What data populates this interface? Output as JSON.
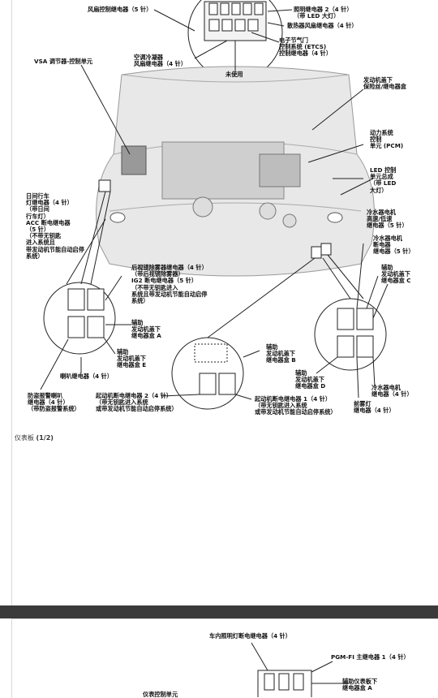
{
  "page1": {
    "labels": {
      "fan_relay": "风扇控制继电器（5 针）",
      "light_relay2": "照明继电器 2（4 针）\n（带 LED 大灯）",
      "radiator_fan": "散热器风扇继电器（4 针）",
      "etcs": "电子节气门\n控制系统 (ETCS)\n控制继电器（4 针）",
      "ac_fan": "空调冷凝器\n风扇继电器（4 针）",
      "unused": "未使用",
      "vsa": "VSA 调节器-控制单元",
      "underhood_box": "发动机盖下\n保险丝/继电器盒",
      "pcm": "动力系统\n控制\n单元 (PCM)",
      "led_ctrl": "LED 控制\n单元总成\n（带 LED\n大灯）",
      "daytime": "日间行车\n灯继电器（4 针）\n（带日间\n行车灯）\nACC 断电继电器\n（5 针）\n（不带无钥匙\n进入系统且\n带发动机节能自动启停\n系统）",
      "mirror_relay": "后视镜除雾器继电器（4 针）\n（带后视镜除雾器）\nIG2 断电继电器（5 针）\n（不带无钥匙进入\n系统且带发动机节能自动启停\n系统）",
      "water_pump_hi": "冷水器电机\n高速/低速\n继电器（5 针）",
      "water_pump": "冷水器电机\n断电器\n继电器（5 针）",
      "aux_c": "辅助\n发动机盖下\n继电器盒 C",
      "aux_a": "辅助\n发动机盖下\n继电器盒 A",
      "aux_e": "辅助\n发动机盖下\n继电器盒 E",
      "horn": "喇叭继电器（4 针）",
      "aux_b": "辅助\n发动机盖下\n继电器盒 B",
      "aux_d": "辅助\n发动机盖下\n继电器盒 D",
      "water_pump_motor": "冷水器电机\n继电器（4 针）",
      "theft_horn": "防盗报警喇叭\n继电器（4 针）\n（带防盗报警系统）",
      "start_cut2": "起动机断电继电器 2（4 针）\n（带无钥匙进入系统\n或带发动机节能自动启停系统）",
      "start_cut1": "起动机断电继电器 1（4 针）\n（带无钥匙进入系统\n或带发动机节能自动启停系统）",
      "fog": "前雾灯\n继电器（4 针）"
    },
    "caption_text": "仪表板",
    "caption_page": "(1/2)"
  },
  "page2": {
    "labels": {
      "interior_light": "车内照明灯断电继电器（4 针）",
      "pgm_fi": "PGM-FI 主继电器 1（4 针）",
      "aux_dash_a": "辅助仪表板下\n继电器盒 A",
      "dash_ctrl": "仪表控制单元"
    }
  }
}
